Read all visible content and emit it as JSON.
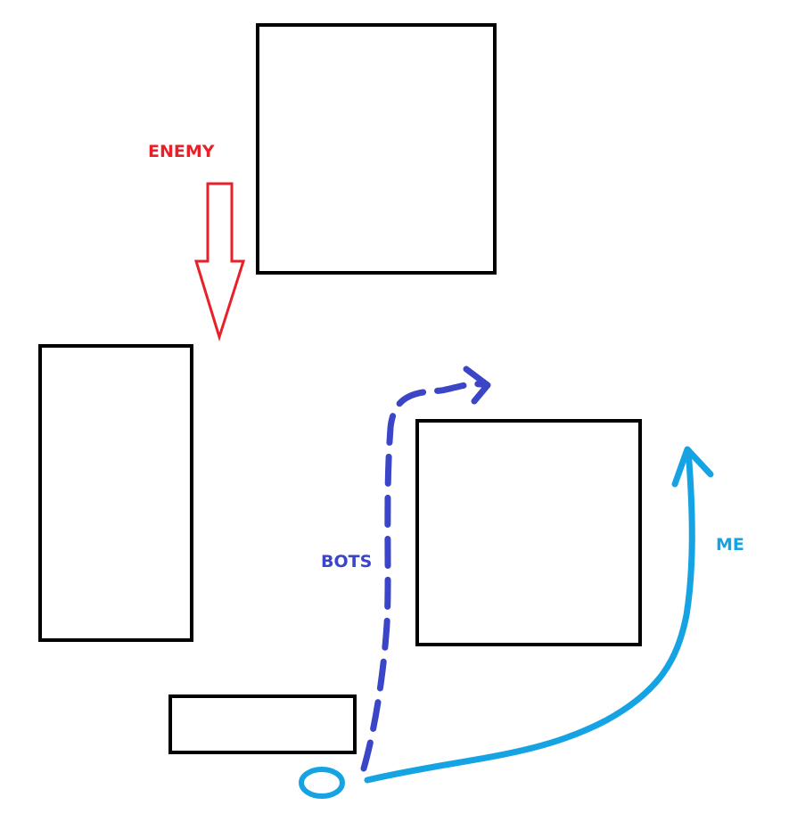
{
  "labels": {
    "enemy": "ENEMY",
    "bots": "BOTS",
    "me": "ME"
  },
  "colors": {
    "enemy": "#e8202a",
    "bots": "#3a45c8",
    "me": "#15a3e3",
    "obstacle": "#000000",
    "background": "#ffffff"
  }
}
